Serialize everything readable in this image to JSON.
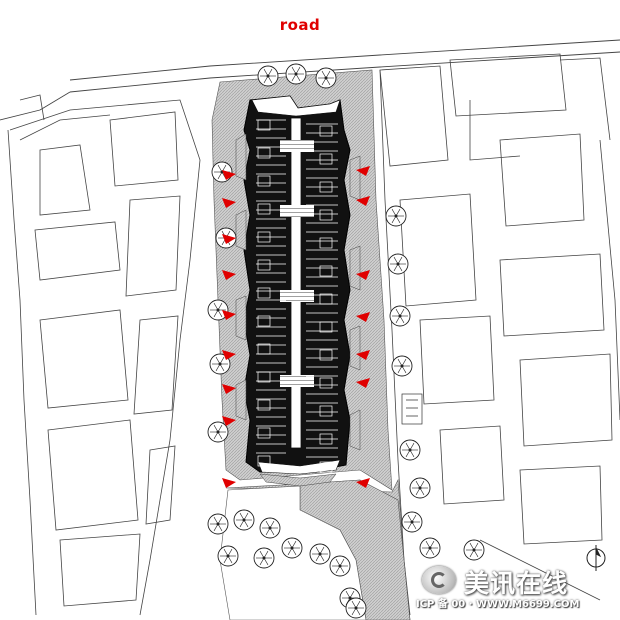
{
  "plan": {
    "road_label": "road",
    "colors": {
      "label": "#e00000",
      "building": "#111111",
      "paving": "#c9c9c9",
      "lines": "#333333",
      "arrows": "#e00000"
    },
    "icons": [
      "tree-symbol-icon",
      "entrance-arrow-icon",
      "north-arrow-icon"
    ]
  },
  "watermark": {
    "title": "美讯在线",
    "subtitle": "ICP 备 00 · WWW.M6699.COM"
  }
}
